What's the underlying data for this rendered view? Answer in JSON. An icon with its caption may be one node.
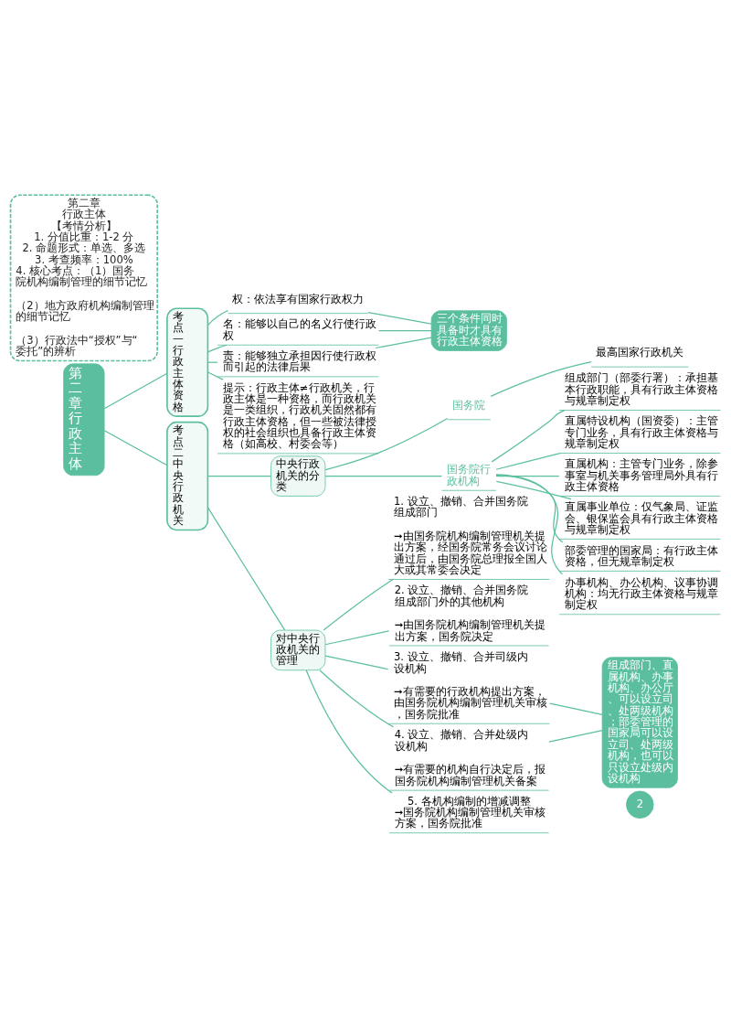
{
  "diagram": {
    "nodes": [
      {
        "text": [
          "第二章",
          "行政主体",
          "【考情分析】",
          "1. 分值比重：1-2 分",
          "2. 命题形式：单选、多选",
          "3. 考查频率：100%",
          "4. 核心考点：（1）国务院机构编制管理的细节记忆",
          "（2）地方政府机构编制管理的细节记忆",
          "（3）行政法中“授权”与“委托”的辨析"
        ]
      },
      {
        "text": [
          "第二章行政主体"
        ]
      },
      {
        "text": [
          "考点一行政主体资格"
        ]
      },
      {
        "text": [
          "权：依法享有国家行政权力"
        ]
      },
      {
        "text": [
          "名：能够以自己的名义行使行政权"
        ]
      },
      {
        "text": [
          "责：能够独立承担因行使行政权而引起的法律后果"
        ]
      },
      {
        "text": [
          "提示：行政主体≠行政机关，行政主体是一种资格，而行政机关是一类组织，行政机关固然都有行政主体资格，但一些被法律授权的社会组织也具备行政主体资格（如高校、村委会等）"
        ]
      },
      {
        "text": [
          "三个条件同时具备时才具有行政主体资格"
        ]
      },
      {
        "text": [
          "考点二中央行政机关"
        ]
      },
      {
        "text": [
          "中央行政机关的分类"
        ]
      },
      {
        "text": [
          "国务院"
        ]
      },
      {
        "text": [
          "最高国家行政机关"
        ]
      },
      {
        "text": [
          "国务院行政机构"
        ]
      },
      {
        "text": [
          "组成部门（部委行署）：承担基本行政职能，具有行政主体资格与规章制定权"
        ]
      },
      {
        "text": [
          "直属特设机构（国资委）：主管专门业务，具有行政主体资格与规章制定权"
        ]
      },
      {
        "text": [
          "直属机构：主管专门业务，除参事室与机关事务管理局外具有行政主体资格"
        ]
      },
      {
        "text": [
          "直属事业单位：仅气象局、证监会、银保监会具有行政主体资格与规章制定权"
        ]
      },
      {
        "text": [
          "部委管理的国家局：有行政主体资格，但无规章制定权"
        ]
      },
      {
        "text": [
          "办事机构、办公机构、议事协调机构：均无行政主体资格与规章制定权"
        ]
      },
      {
        "text": [
          "对中央行政机关的管理"
        ]
      },
      {
        "text": [
          "1. 设立、撤销、合并国务院组成部门",
          "➞由国务院机构编制管理机关提出方案，经国务院常务会议讨论通过后，由国务院总理报全国人大或其常委会决定"
        ]
      },
      {
        "text": [
          "2. 设立、撤销、合并国务院组成部门外的其他机构",
          "➞由国务院机构编制管理机关提出方案，国务院决定"
        ]
      },
      {
        "text": [
          "3. 设立、撤销、合并司级内设机构",
          "➞有需要的行政机构提出方案，由国务院机构编制管理机关审核，国务院批准"
        ]
      },
      {
        "text": [
          "4. 设立、撤销、合并处级内设机构",
          "➞有需要的机构自行决定后，报国务院机构编制管理机关备案"
        ]
      },
      {
        "text": [
          "5. 各机构编制的增减调整",
          "➞国务院机构编制管理机关审核方案，国务院批准"
        ]
      },
      {
        "text": [
          "组成部门、直属机构、办事机构、办公厅、可以设立司、处两级机构；部委管理的国家局可以设立司、处两级机构，也可以只设立处级内设机构"
        ]
      }
    ],
    "edges": [
      {
        "from": 1,
        "to": 2,
        "arrow": "none"
      },
      {
        "from": 2,
        "to": 3,
        "arrow": "none"
      },
      {
        "from": 2,
        "to": 4,
        "arrow": "none"
      },
      {
        "from": 2,
        "to": 5,
        "arrow": "none"
      },
      {
        "from": 2,
        "to": 6,
        "arrow": "none"
      },
      {
        "from": 3,
        "to": 7,
        "arrow": "none"
      },
      {
        "from": 4,
        "to": 7,
        "arrow": "none"
      },
      {
        "from": 5,
        "to": 7,
        "arrow": "none"
      },
      {
        "from": 1,
        "to": 8,
        "arrow": "none"
      },
      {
        "from": 8,
        "to": 9,
        "arrow": "none"
      },
      {
        "from": 9,
        "to": 10,
        "arrow": "none"
      },
      {
        "from": 10,
        "to": 11,
        "arrow": "none"
      },
      {
        "from": 9,
        "to": 12,
        "arrow": "none"
      },
      {
        "from": 12,
        "to": 13,
        "arrow": "none"
      },
      {
        "from": 12,
        "to": 14,
        "arrow": "none"
      },
      {
        "from": 12,
        "to": 15,
        "arrow": "none"
      },
      {
        "from": 12,
        "to": 16,
        "arrow": "none"
      },
      {
        "from": 12,
        "to": 17,
        "arrow": "none"
      },
      {
        "from": 12,
        "to": 18,
        "arrow": "none"
      },
      {
        "from": 8,
        "to": 19,
        "arrow": "none"
      },
      {
        "from": 19,
        "to": 20,
        "arrow": "none"
      },
      {
        "from": 19,
        "to": 21,
        "arrow": "none"
      },
      {
        "from": 19,
        "to": 22,
        "arrow": "none"
      },
      {
        "from": 19,
        "to": 23,
        "arrow": "none"
      },
      {
        "from": 19,
        "to": 24,
        "arrow": "none"
      },
      {
        "from": 22,
        "to": 25,
        "arrow": "none"
      },
      {
        "from": 23,
        "to": 25,
        "arrow": "none"
      }
    ],
    "labels": [
      "2"
    ]
  }
}
